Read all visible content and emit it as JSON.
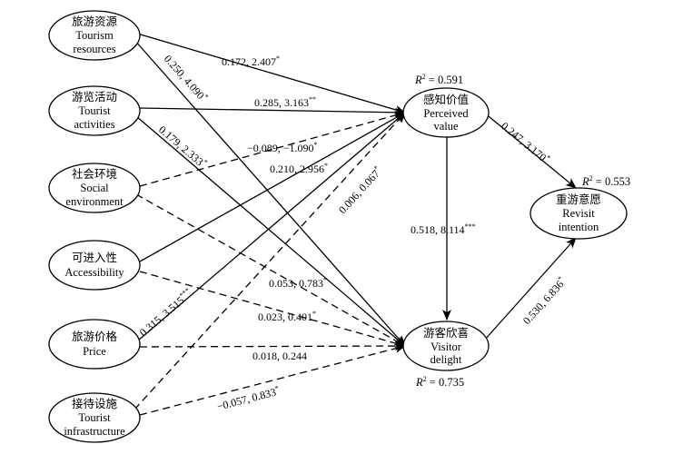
{
  "nodes": {
    "tourism_resources": {
      "zh": "旅游资源",
      "en1": "Tourism",
      "en2": "resources"
    },
    "tourist_activities": {
      "zh": "游览活动",
      "en1": "Tourist",
      "en2": "activities"
    },
    "social_environment": {
      "zh": "社会环境",
      "en1": "Social",
      "en2": "environment"
    },
    "accessibility": {
      "zh": "可进入性",
      "en1": "Accessibility",
      "en2": ""
    },
    "price": {
      "zh": "旅游价格",
      "en1": "Price",
      "en2": ""
    },
    "tourist_infrastructure": {
      "zh": "接待设施",
      "en1": "Tourist",
      "en2": "infrastructure"
    },
    "perceived_value": {
      "zh": "感知价值",
      "en1": "Perceived",
      "en2": "value"
    },
    "visitor_delight": {
      "zh": "游客欣喜",
      "en1": "Visitor",
      "en2": "delight"
    },
    "revisit_intention": {
      "zh": "重游意愿",
      "en1": "Revisit",
      "en2": "intention"
    }
  },
  "r_squared": {
    "perceived_value": {
      "prefix": "R",
      "sup": "2",
      "value": " = 0.591"
    },
    "visitor_delight": {
      "prefix": "R",
      "sup": "2",
      "value": " = 0.735"
    },
    "revisit_intention": {
      "prefix": "R",
      "sup": "2",
      "value": " = 0.553"
    }
  },
  "edges": [
    {
      "id": "tr-pv",
      "label": "0.172, 2.407",
      "sig": "*",
      "style": "solid"
    },
    {
      "id": "tr-vd",
      "label": "0.250, 4.090",
      "sig": "*",
      "style": "solid"
    },
    {
      "id": "ta-pv",
      "label": "0.285, 3.163",
      "sig": "**",
      "style": "solid"
    },
    {
      "id": "ta-vd",
      "label": "0.179, 2.333",
      "sig": "*",
      "style": "solid"
    },
    {
      "id": "se-pv",
      "label": "−0.089, −1.090",
      "sig": "*",
      "style": "dashed"
    },
    {
      "id": "se-vd",
      "label": "0.053, 0.783",
      "sig": "*",
      "style": "dashed"
    },
    {
      "id": "ac-pv",
      "label": "0.210, 2.956",
      "sig": "*",
      "style": "solid"
    },
    {
      "id": "ac-vd",
      "label": "0.023, 0.401",
      "sig": "*",
      "style": "dashed"
    },
    {
      "id": "pr-pv",
      "label": "0.315, 3.515",
      "sig": "***",
      "style": "solid"
    },
    {
      "id": "pr-vd",
      "label": "0.018, 0.244",
      "sig": "",
      "style": "dashed"
    },
    {
      "id": "ti-pv",
      "label": "0.006, 0.067",
      "sig": "*",
      "style": "dashed"
    },
    {
      "id": "ti-vd",
      "label": "−0.057, 0.833",
      "sig": "*",
      "style": "dashed"
    },
    {
      "id": "pv-vd",
      "label": "0.518, 8.114",
      "sig": "***",
      "style": "solid"
    },
    {
      "id": "pv-ri",
      "label": "0.247, 3.170",
      "sig": "*",
      "style": "solid"
    },
    {
      "id": "vd-ri",
      "label": "0.530, 6.836",
      "sig": "*",
      "style": "solid"
    }
  ]
}
